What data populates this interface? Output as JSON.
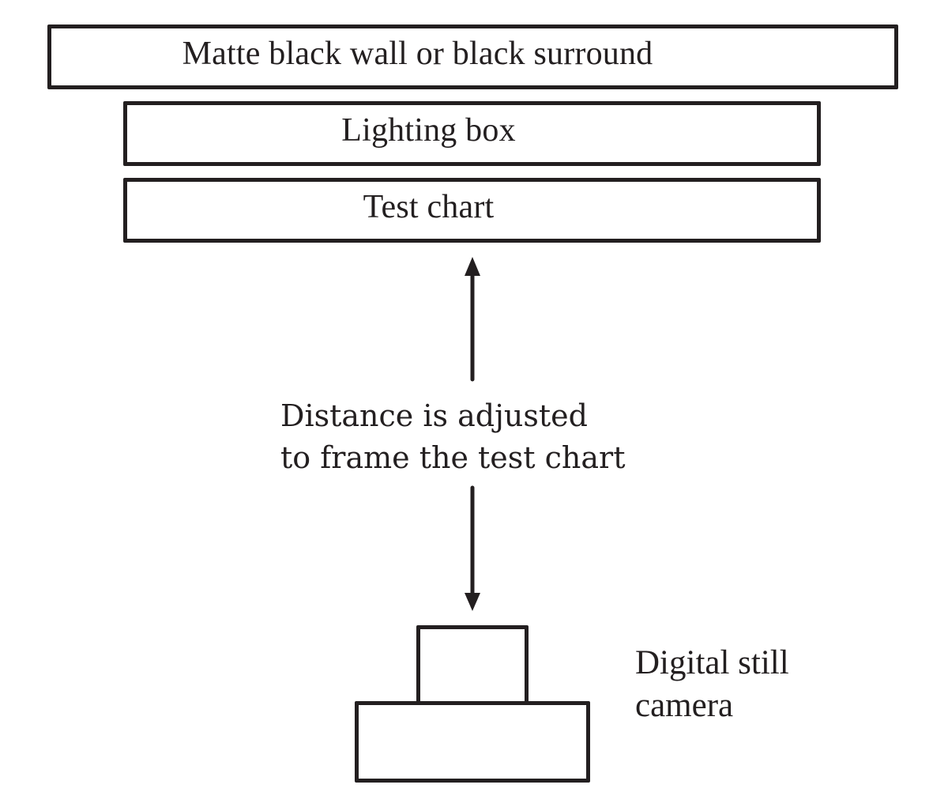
{
  "diagram": {
    "title": "Camera test chart capture setup",
    "boxes": {
      "wall": "Matte black wall or black surround",
      "lighting": "Lighting box",
      "chart": "Test chart"
    },
    "distance_label": {
      "line1": "Distance is adjusted",
      "line2": "to frame the test chart"
    },
    "camera_label": {
      "line1": "Digital still",
      "line2": "camera"
    },
    "colors": {
      "stroke": "#231f20",
      "background": "#ffffff"
    },
    "arrows": [
      {
        "name": "arrow-up-to-test-chart",
        "direction": "up",
        "from": "distance-label",
        "to": "test-chart-box"
      },
      {
        "name": "arrow-down-to-camera",
        "direction": "down",
        "from": "distance-label",
        "to": "camera"
      }
    ]
  }
}
